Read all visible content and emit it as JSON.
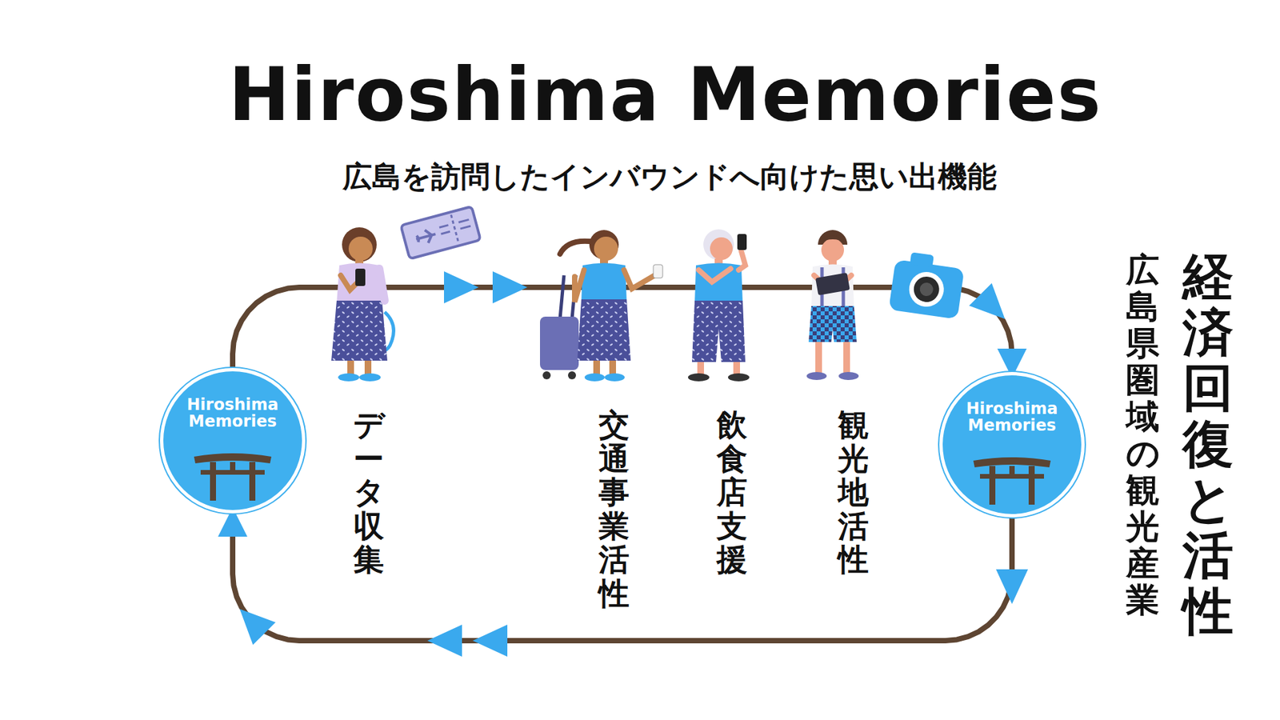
{
  "diagram": {
    "title": "Hiroshima Memories",
    "nodes": [
      {
        "text": [
          "Hiroshima Memories"
        ]
      },
      {
        "text": [
          "Hiroshima Memories"
        ]
      }
    ],
    "edges": [
      {
        "from": 0,
        "to": 1,
        "arrow": "to"
      },
      {
        "from": 1,
        "to": 0,
        "arrow": "to"
      }
    ],
    "labels": [
      "広島を訪問したインバウンドへ向けた思い出機能",
      "データ収集",
      "交通事業活性",
      "飲食店支援",
      "観光地活性",
      "広島県圏域の観光産業",
      "経済回復と活性"
    ]
  }
}
